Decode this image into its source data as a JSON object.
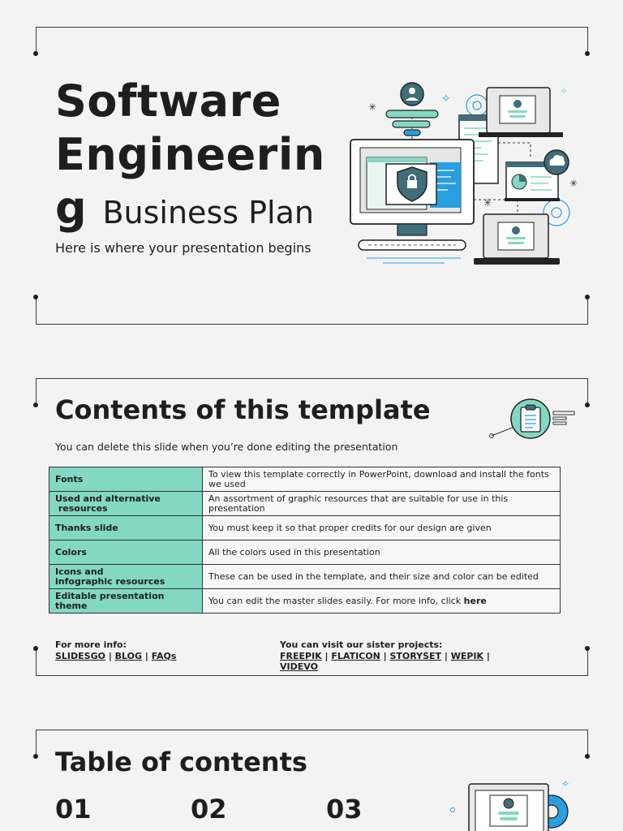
{
  "slide1": {
    "title_line1": "Software",
    "title_line2": "Engineerin",
    "title_line3": "g",
    "title_rest": "Business Plan",
    "subtitle": "Here is where your presentation begins"
  },
  "slide2": {
    "title": "Contents of this template",
    "lead": "You can delete this slide when you’re done editing the presentation",
    "rows": [
      {
        "key": "Fonts",
        "value": "To view this template correctly in PowerPoint, download and install the fonts we used"
      },
      {
        "key_a": "Used",
        "key_b": " and ",
        "key_c": "alternative",
        "key_d": "resources",
        "value": "An assortment of graphic resources that are suitable for use in this presentation"
      },
      {
        "key": "Thanks slide",
        "value": "You must keep it so that proper credits for our design are given"
      },
      {
        "key": "Colors",
        "value": "All the colors used in this presentation"
      },
      {
        "key_a": "Icons",
        "key_b": " and",
        "key_c": "infographic resources",
        "value": "These can be used in the template, and their size and color can be edited"
      },
      {
        "key": "Editable presentation theme",
        "value": "You can edit the master slides easily. For more info, click ",
        "link": "here"
      }
    ],
    "more_info_label": "For more info:",
    "more_info_links": [
      "SLIDESGO",
      "BLOG",
      "FAQs"
    ],
    "sister_label": "You can visit our sister projects:",
    "sister_links": [
      "FREEPIK",
      "FLATICON",
      "STORYSET",
      "WEPIK",
      "VIDEVO"
    ],
    "separator": " | "
  },
  "slide3": {
    "title": "Table of contents",
    "numbers": [
      "01",
      "02",
      "03"
    ]
  },
  "colors": {
    "teal": "#83d8c4",
    "slate": "#3f6e78",
    "blue": "#2a9fe0",
    "ink": "#1e1e1e",
    "background": "#f3f3f3"
  }
}
